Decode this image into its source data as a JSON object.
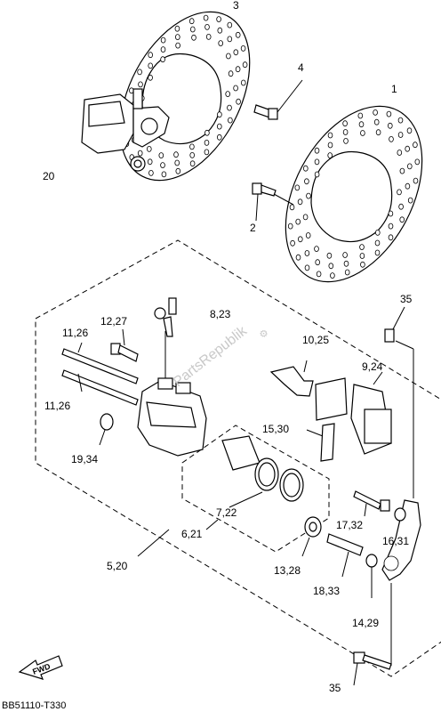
{
  "callouts": [
    {
      "id": "disc-rear",
      "text": "3"
    },
    {
      "id": "bolt-upper",
      "text": "4"
    },
    {
      "id": "caliper-upper",
      "text": "20"
    },
    {
      "id": "disc-front",
      "text": "1"
    },
    {
      "id": "bolt-disc",
      "text": "2"
    },
    {
      "id": "bleed-screw",
      "text": "8,23"
    },
    {
      "id": "bolt-small",
      "text": "12,27"
    },
    {
      "id": "pin-upper",
      "text": "11,26"
    },
    {
      "id": "pin-lower",
      "text": "11,26"
    },
    {
      "id": "boot",
      "text": "19,34"
    },
    {
      "id": "pad-spring",
      "text": "10,25"
    },
    {
      "id": "pads",
      "text": "9,24"
    },
    {
      "id": "pad-clip",
      "text": "15,30"
    },
    {
      "id": "piston-seals",
      "text": "7,22"
    },
    {
      "id": "piston-kit",
      "text": "6,21"
    },
    {
      "id": "caliper-assy",
      "text": "5,20"
    },
    {
      "id": "pin-bolt",
      "text": "17,32"
    },
    {
      "id": "bracket-boot",
      "text": "16,31"
    },
    {
      "id": "bushing",
      "text": "13,28"
    },
    {
      "id": "slide-pin",
      "text": "18,33"
    },
    {
      "id": "bracket-boot-lower",
      "text": "14,29"
    },
    {
      "id": "bolt-top",
      "text": "35"
    },
    {
      "id": "bolt-bottom",
      "text": "35"
    }
  ],
  "watermark": "PartsRepublik",
  "fwd_label": "FWD",
  "diagram_code": "BB51110-T330"
}
